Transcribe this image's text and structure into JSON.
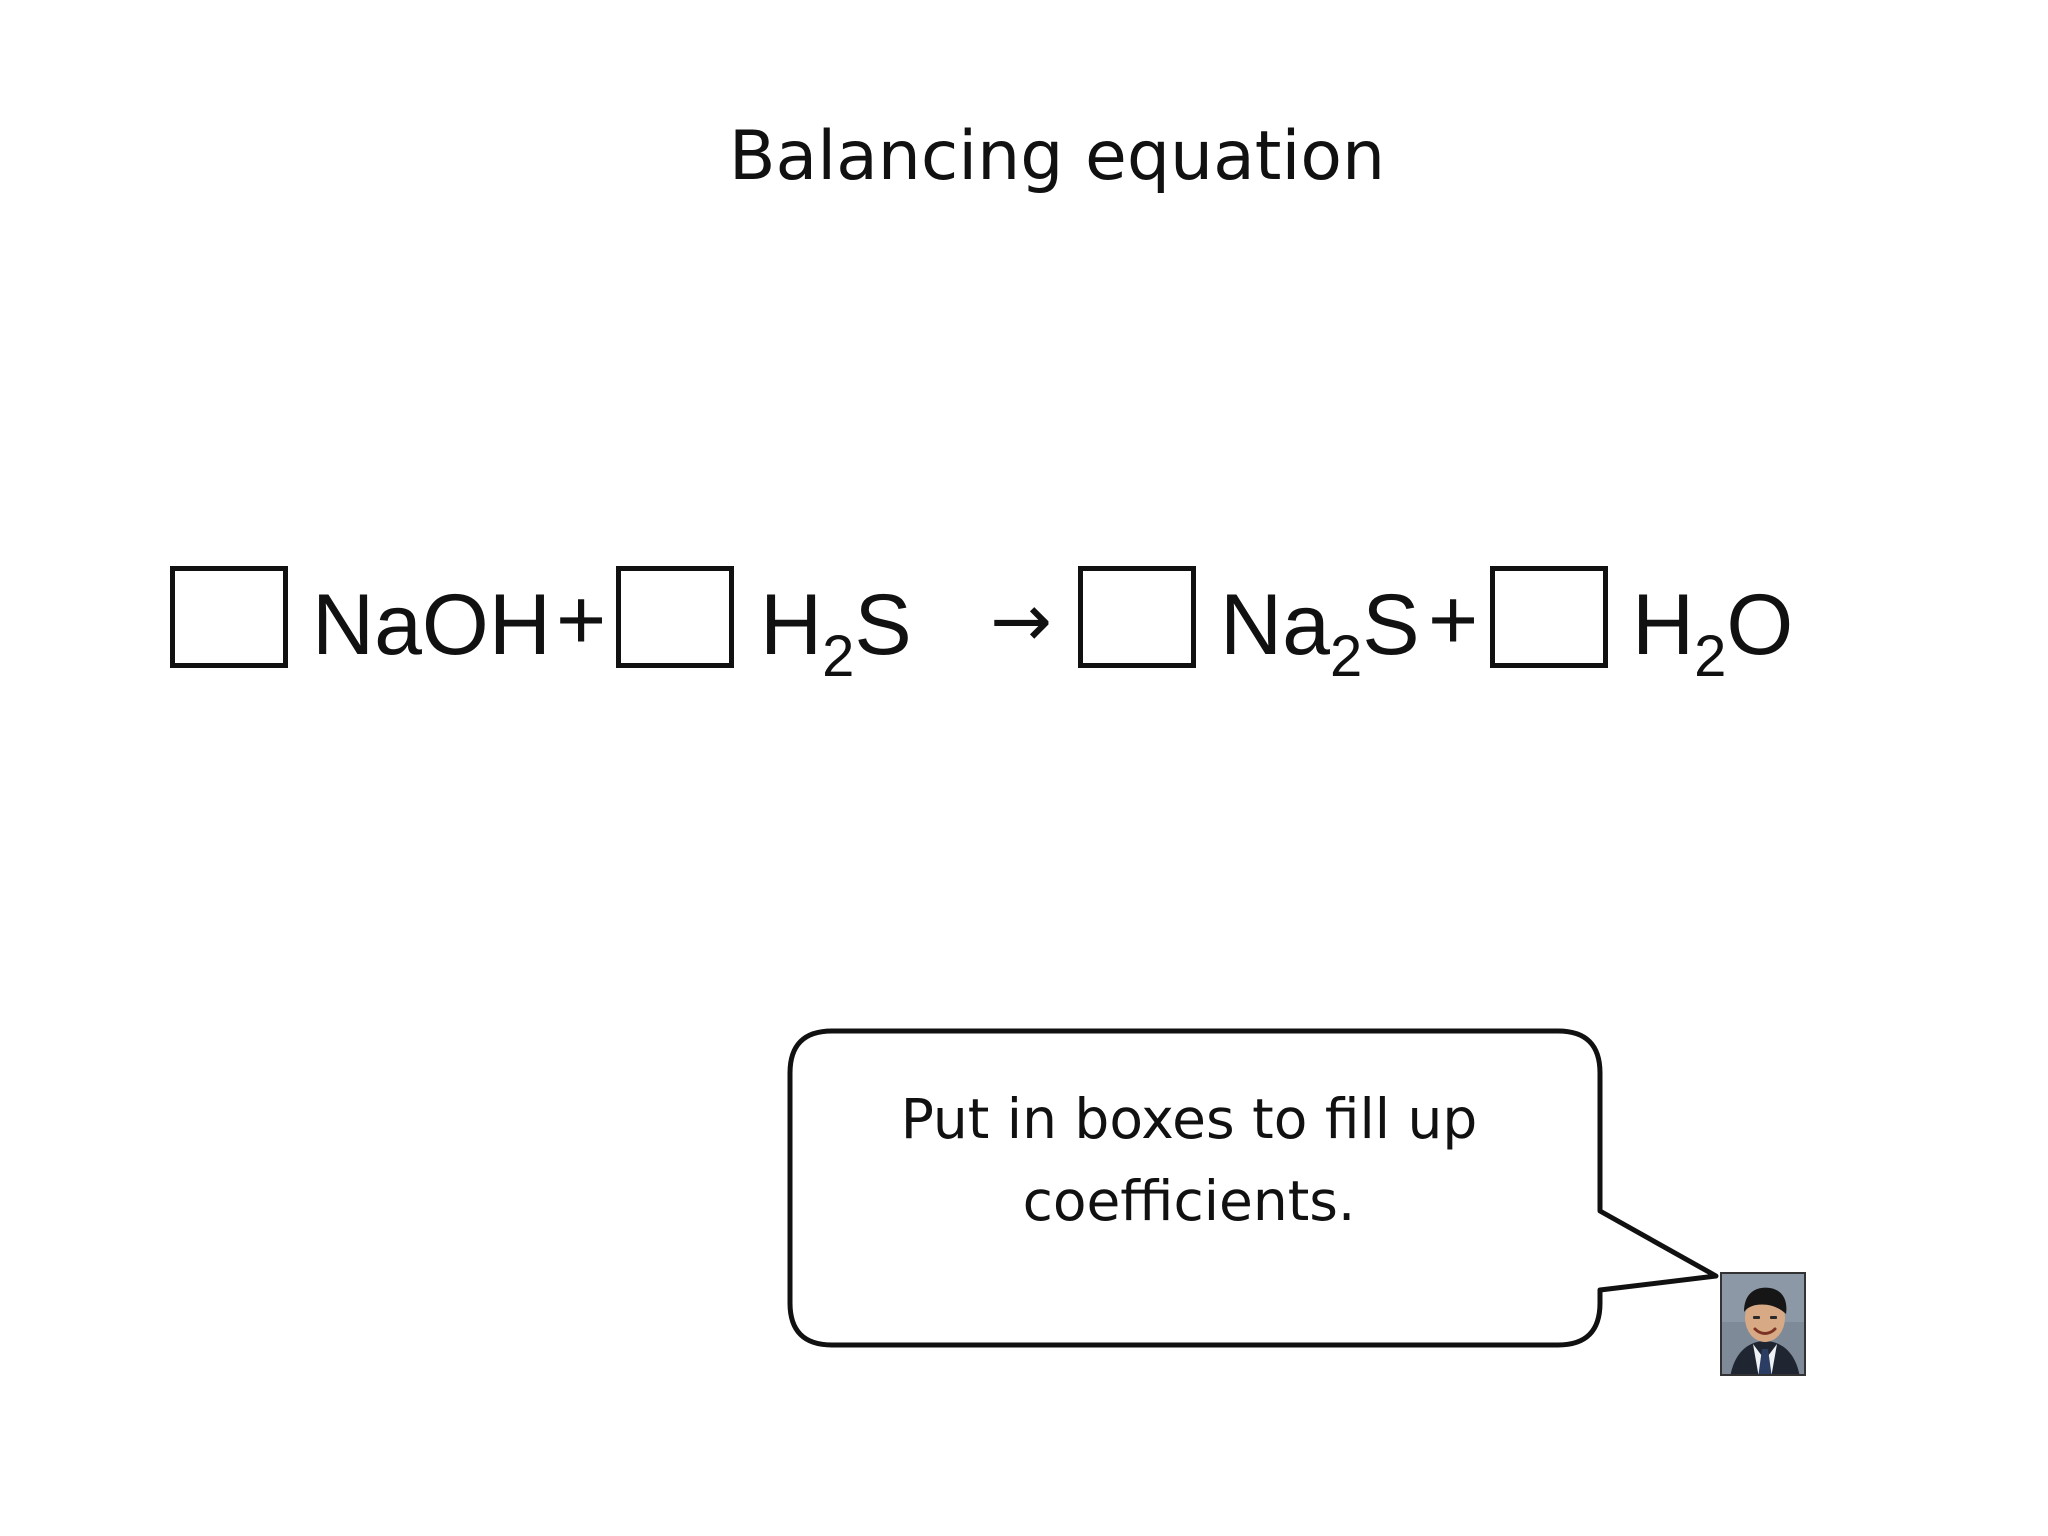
{
  "slide": {
    "title": "Balancing equation"
  },
  "equation": {
    "terms": [
      {
        "prefix": "NaOH",
        "subscript": "",
        "suffix": ""
      },
      {
        "prefix": "H",
        "subscript": "2",
        "suffix": "S"
      },
      {
        "prefix": "Na",
        "subscript": "2",
        "suffix": "S"
      },
      {
        "prefix": "H",
        "subscript": "2",
        "suffix": "O"
      }
    ],
    "plus_sign": "+",
    "arrow": "→",
    "coefficient_boxes": [
      "",
      "",
      "",
      ""
    ]
  },
  "callout": {
    "line1": "Put in boxes to fill up",
    "line2": "coefficients."
  },
  "avatar": {
    "icon": "presenter-photo-icon"
  },
  "colors": {
    "text": "#111111",
    "stroke": "#111111",
    "background": "#ffffff"
  }
}
